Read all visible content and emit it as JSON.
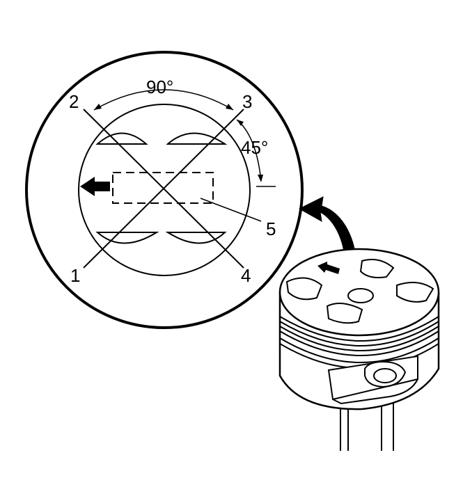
{
  "figure": {
    "angle_top": "90°",
    "angle_right": "45°",
    "callouts": {
      "c1": "1",
      "c2": "2",
      "c3": "3",
      "c4": "4",
      "c5": "5"
    }
  },
  "colors": {
    "ink": "#000000",
    "paper": "#ffffff"
  }
}
